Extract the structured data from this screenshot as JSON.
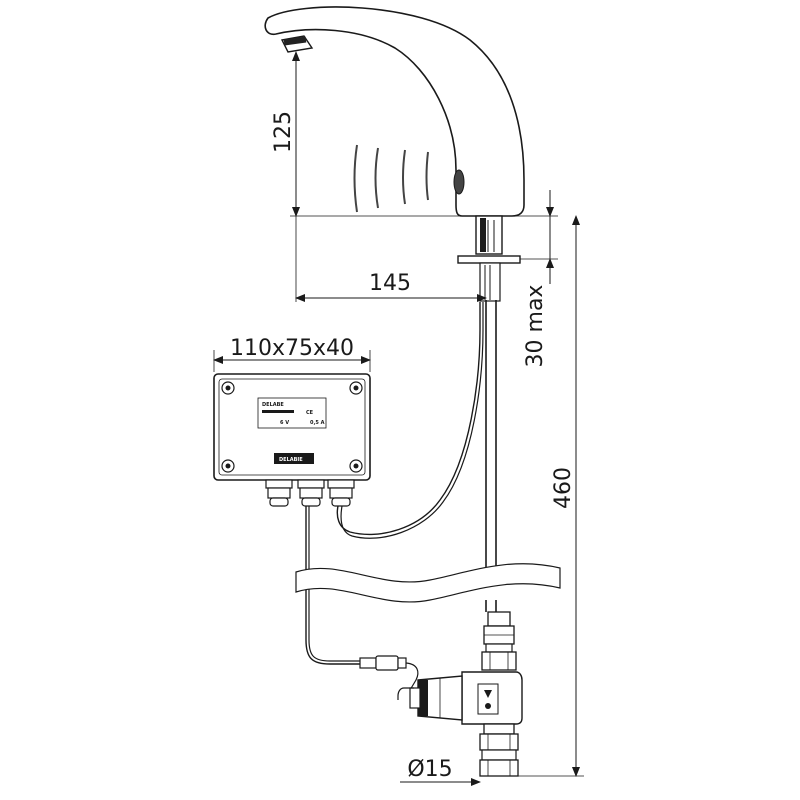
{
  "dimensions": {
    "spout_height": "125",
    "spout_reach": "145",
    "box_size": "110x75x40",
    "deck_thickness": "30 max",
    "total_height": "460",
    "pipe_diameter": "Ø15"
  },
  "control_box": {
    "brand_top": "DELABE",
    "ce_mark": "CE",
    "voltage_text": "6 V",
    "current_text": "0,5 A",
    "brand_plate": "DELABIE"
  },
  "colors": {
    "line": "#1a1a1a",
    "background": "#ffffff"
  }
}
